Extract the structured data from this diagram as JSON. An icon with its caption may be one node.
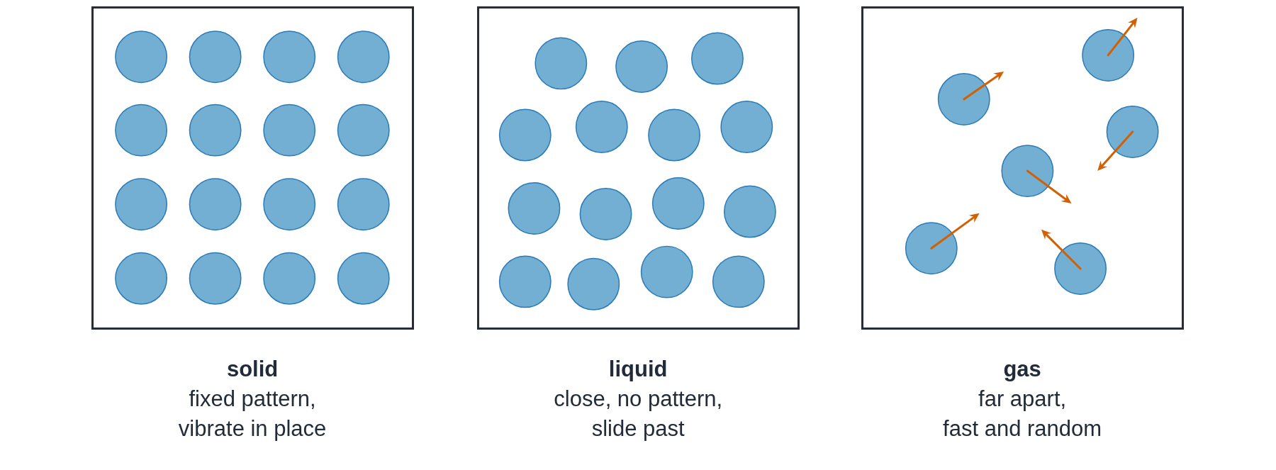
{
  "diagram": {
    "nodes": [
      {
        "text": [
          "solid",
          "fixed pattern, vibrate in place"
        ]
      },
      {
        "text": [
          "liquid",
          "close, no pattern, slide past"
        ]
      },
      {
        "text": [
          "gas",
          "far apart, fast and random"
        ]
      }
    ]
  }
}
